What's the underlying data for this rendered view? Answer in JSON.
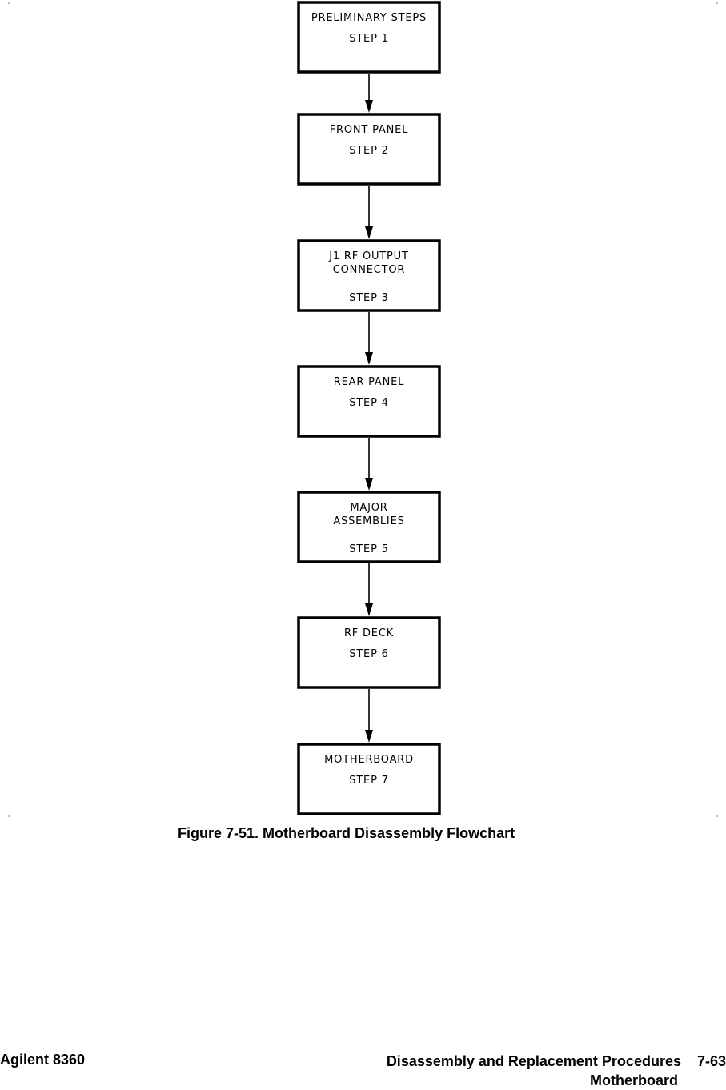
{
  "flowchart": {
    "steps": [
      {
        "lines": [
          "PRELIMINARY  STEPS"
        ],
        "step": "STEP  1"
      },
      {
        "lines": [
          "FRONT  PANEL"
        ],
        "step": "STEP  2"
      },
      {
        "lines": [
          "J1  RF  OUTPUT",
          "CONNECTOR"
        ],
        "step": "STEP  3"
      },
      {
        "lines": [
          "REAR  PANEL"
        ],
        "step": "STEP  4"
      },
      {
        "lines": [
          "MAJOR",
          "ASSEMBLIES"
        ],
        "step": "STEP  5"
      },
      {
        "lines": [
          "RF  DECK"
        ],
        "step": "STEP  6"
      },
      {
        "lines": [
          "MOTHERBOARD"
        ],
        "step": "STEP  7"
      }
    ]
  },
  "figure": {
    "caption": "Figure 7-51. Motherboard Disassembly Flowchart"
  },
  "footer": {
    "left": "Agilent 8360",
    "section": "Disassembly and Replacement Procedures",
    "page": "7-63",
    "subsection": "Motherboard"
  }
}
